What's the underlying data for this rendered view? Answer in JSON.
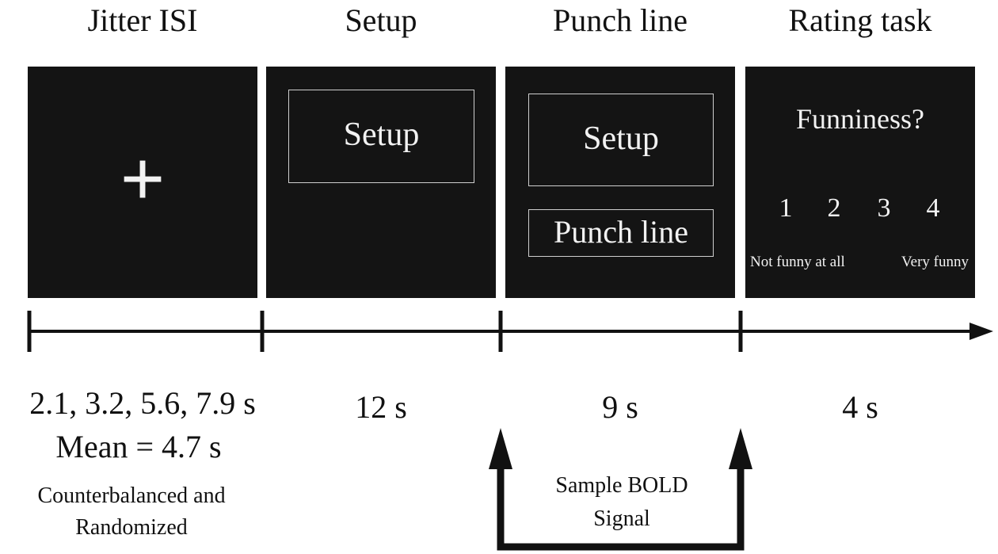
{
  "phases": [
    {
      "title": "Jitter ISI",
      "duration": "2.1, 3.2, 5.6, 7.9 s",
      "duration_extra": "Mean = 4.7 s",
      "note_line1": "Counterbalanced and",
      "note_line2": "Randomized"
    },
    {
      "title": "Setup",
      "duration": "12 s",
      "screen_text": "Setup"
    },
    {
      "title": "Punch line",
      "duration": "9 s",
      "screen_text": "Setup",
      "screen_text2": "Punch line"
    },
    {
      "title": "Rating task",
      "duration": "4 s",
      "question": "Funniness?",
      "scale": [
        "1",
        "2",
        "3",
        "4"
      ],
      "anchor_low": "Not funny at all",
      "anchor_high": "Very funny"
    }
  ],
  "fixation_symbol": "+",
  "bold_label_line1": "Sample BOLD",
  "bold_label_line2": "Signal",
  "colors": {
    "screen": "#141414",
    "screen_text": "#f2f2f2",
    "line": "#111111"
  }
}
